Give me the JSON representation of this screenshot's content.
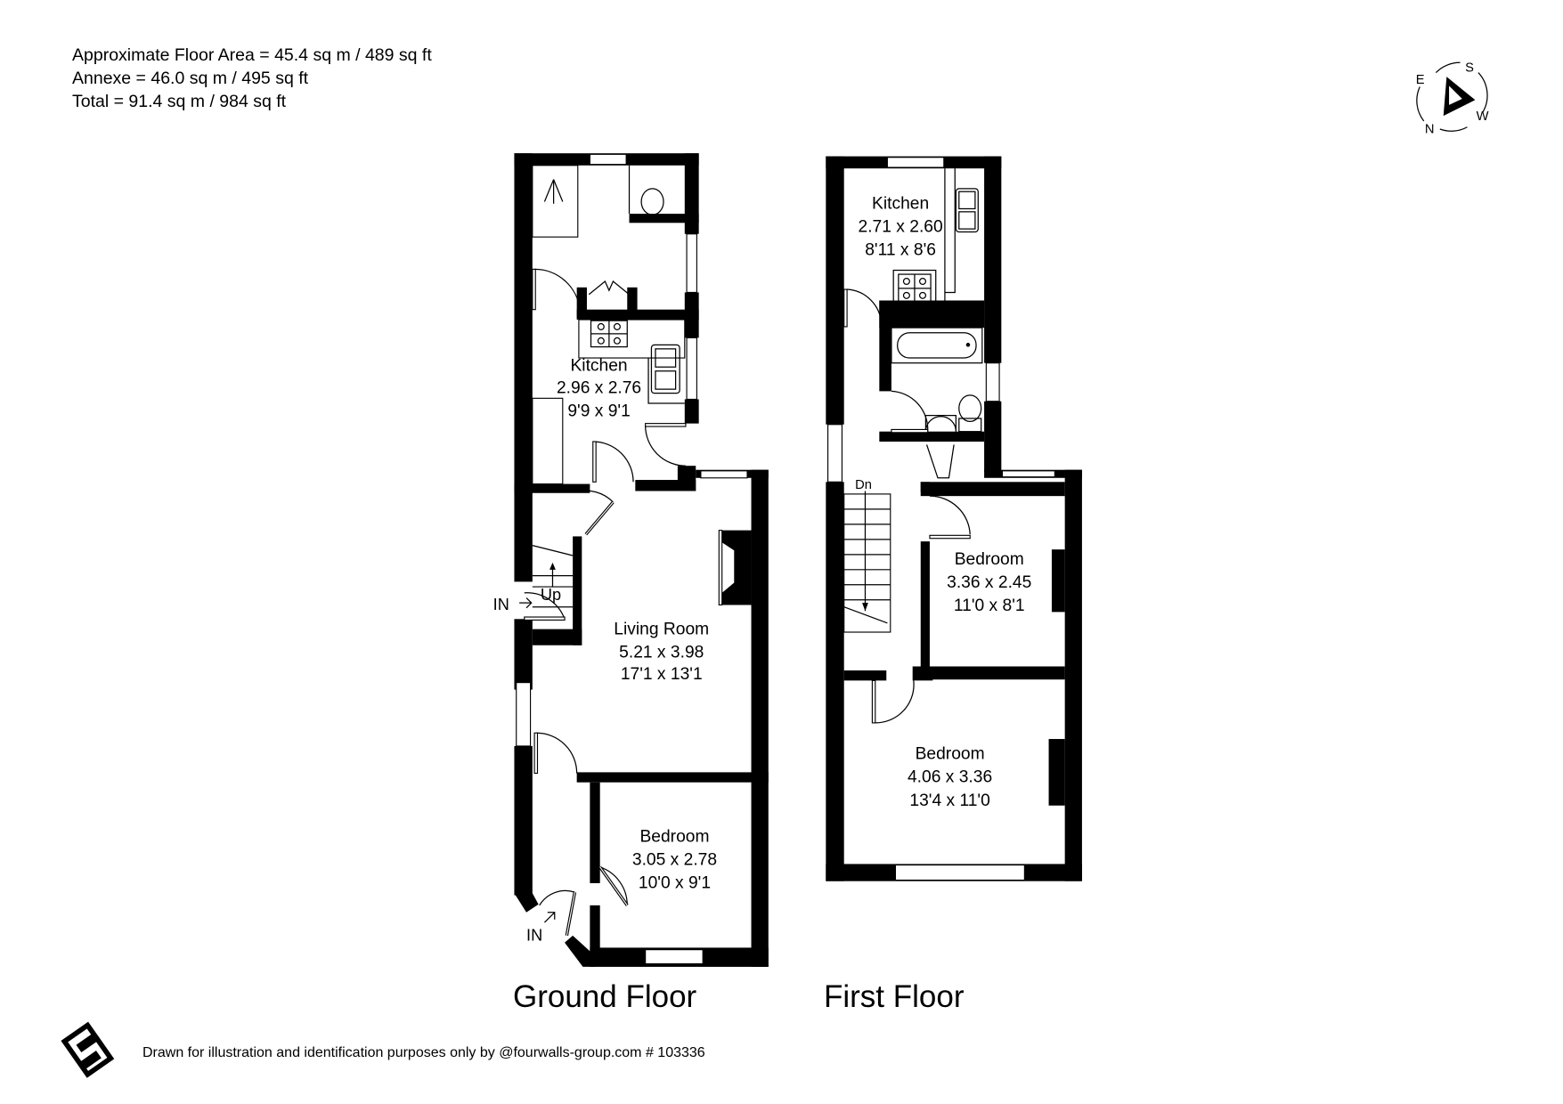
{
  "header": {
    "area_lines": [
      "Approximate Floor Area = 45.4 sq m / 489 sq ft",
      "Annexe = 46.0 sq m / 495 sq ft",
      "Total = 91.4 sq m / 984 sq ft"
    ]
  },
  "compass": {
    "icon": "compass-rose-icon",
    "labels": {
      "n": "N",
      "s": "S",
      "e": "E",
      "w": "W"
    }
  },
  "ground_floor": {
    "title": "Ground Floor",
    "rooms": [
      {
        "name": "Kitchen",
        "metric": "2.96 x 2.76",
        "imperial": "9'9 x 9'1"
      },
      {
        "name": "Living Room",
        "metric": "5.21 x 3.98",
        "imperial": "17'1 x 13'1"
      },
      {
        "name": "Bedroom",
        "metric": "3.05 x 2.78",
        "imperial": "10'0 x 9'1"
      }
    ],
    "entrances": [
      "IN",
      "IN"
    ],
    "stairs_label": "Up"
  },
  "first_floor": {
    "title": "First Floor",
    "rooms": [
      {
        "name": "Kitchen",
        "metric": "2.71 x 2.60",
        "imperial": "8'11 x 8'6"
      },
      {
        "name": "Bedroom",
        "metric": "3.36 x 2.45",
        "imperial": "11'0 x 8'1"
      },
      {
        "name": "Bedroom",
        "metric": "4.06 x 3.36",
        "imperial": "13'4 x 11'0"
      }
    ],
    "stairs_label": "Dn"
  },
  "footer": {
    "logo": "fourwalls-logo-icon",
    "disclaimer": "Drawn for illustration and identification purposes only by @fourwalls-group.com # 103336"
  }
}
